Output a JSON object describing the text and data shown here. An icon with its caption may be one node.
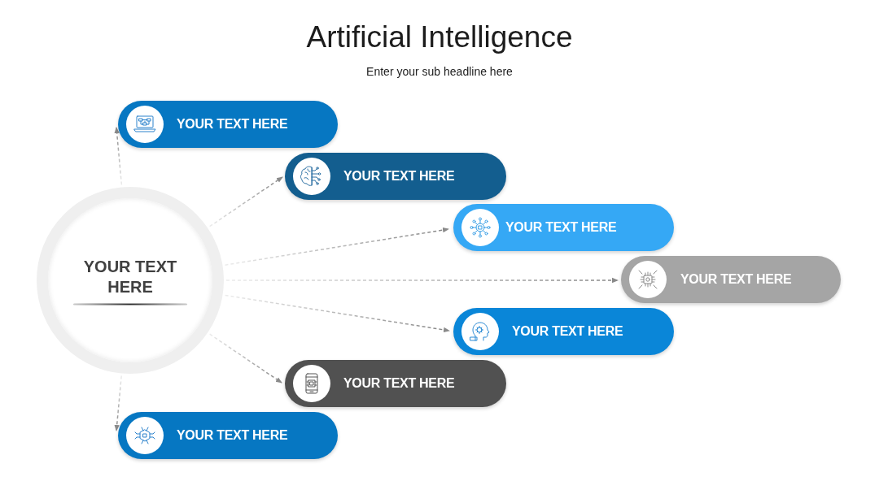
{
  "diagram": {
    "title": "Artificial Intelligence",
    "nodes": [
      {
        "text": [
          "YOUR TEXT HERE"
        ]
      },
      {
        "text": [
          "YOUR TEXT HERE"
        ]
      },
      {
        "text": [
          "YOUR TEXT HERE"
        ]
      },
      {
        "text": [
          "YOUR TEXT HERE"
        ]
      },
      {
        "text": [
          "YOUR TEXT HERE"
        ]
      },
      {
        "text": [
          "YOUR TEXT HERE"
        ]
      },
      {
        "text": [
          "YOUR TEXT HERE"
        ]
      },
      {
        "text": [
          "YOUR TEXT HERE"
        ]
      }
    ],
    "edges": [
      {
        "from": 0,
        "to": 1,
        "arrow": "to",
        "style": "dashed"
      },
      {
        "from": 0,
        "to": 2,
        "arrow": "to",
        "style": "dashed"
      },
      {
        "from": 0,
        "to": 3,
        "arrow": "to",
        "style": "dashed"
      },
      {
        "from": 0,
        "to": 4,
        "arrow": "to",
        "style": "dashed"
      },
      {
        "from": 0,
        "to": 5,
        "arrow": "to",
        "style": "dashed"
      },
      {
        "from": 0,
        "to": 6,
        "arrow": "to",
        "style": "dashed"
      },
      {
        "from": 0,
        "to": 7,
        "arrow": "to",
        "style": "dashed"
      }
    ],
    "labels": [
      "Enter your sub headline here"
    ]
  }
}
